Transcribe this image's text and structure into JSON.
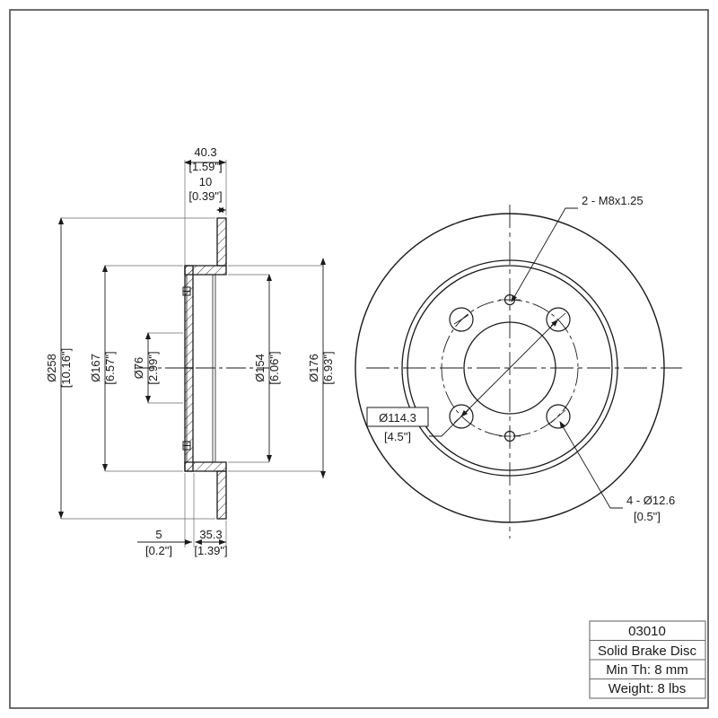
{
  "sheet": {
    "border_color": "#4a4a4a",
    "line_color": "#1a1a1a",
    "background": "#ffffff"
  },
  "section_view": {
    "name": "cross-section-view",
    "dimensions": {
      "overall_width": {
        "metric": "40.3",
        "imperial": "[1.59\"]"
      },
      "flange_thickness": {
        "metric": "10",
        "imperial": "[0.39\"]"
      },
      "outer_diameter": {
        "metric": "Ø258",
        "imperial": "[10.16\"]"
      },
      "hat_outer_diameter": {
        "metric": "Ø167",
        "imperial": "[6.57\"]"
      },
      "center_bore": {
        "metric": "Ø76",
        "imperial": "[2.99\"]"
      },
      "inner_pad_diameter": {
        "metric": "Ø154",
        "imperial": "[6.06\"]"
      },
      "pad_outer_diameter": {
        "metric": "Ø176",
        "imperial": "[6.93\"]"
      },
      "hub_offset": {
        "metric": "5",
        "imperial": "[0.2\"]"
      },
      "hat_depth": {
        "metric": "35.3",
        "imperial": "[1.39\"]"
      }
    }
  },
  "face_view": {
    "name": "face-view",
    "callouts": {
      "thread_holes": {
        "text": "2 - M8x1.25"
      },
      "lug_holes": {
        "metric": "4 - Ø12.6",
        "imperial": "[0.5\"]"
      },
      "bolt_circle": {
        "metric": "Ø114.3",
        "imperial": "[4.5\"]"
      }
    }
  },
  "title_block": {
    "name": "title-block",
    "rows": [
      {
        "label": "03010"
      },
      {
        "label": "Solid Brake Disc"
      },
      {
        "label": "Min Th: 8 mm"
      },
      {
        "label": "Weight: 8 lbs"
      }
    ]
  }
}
